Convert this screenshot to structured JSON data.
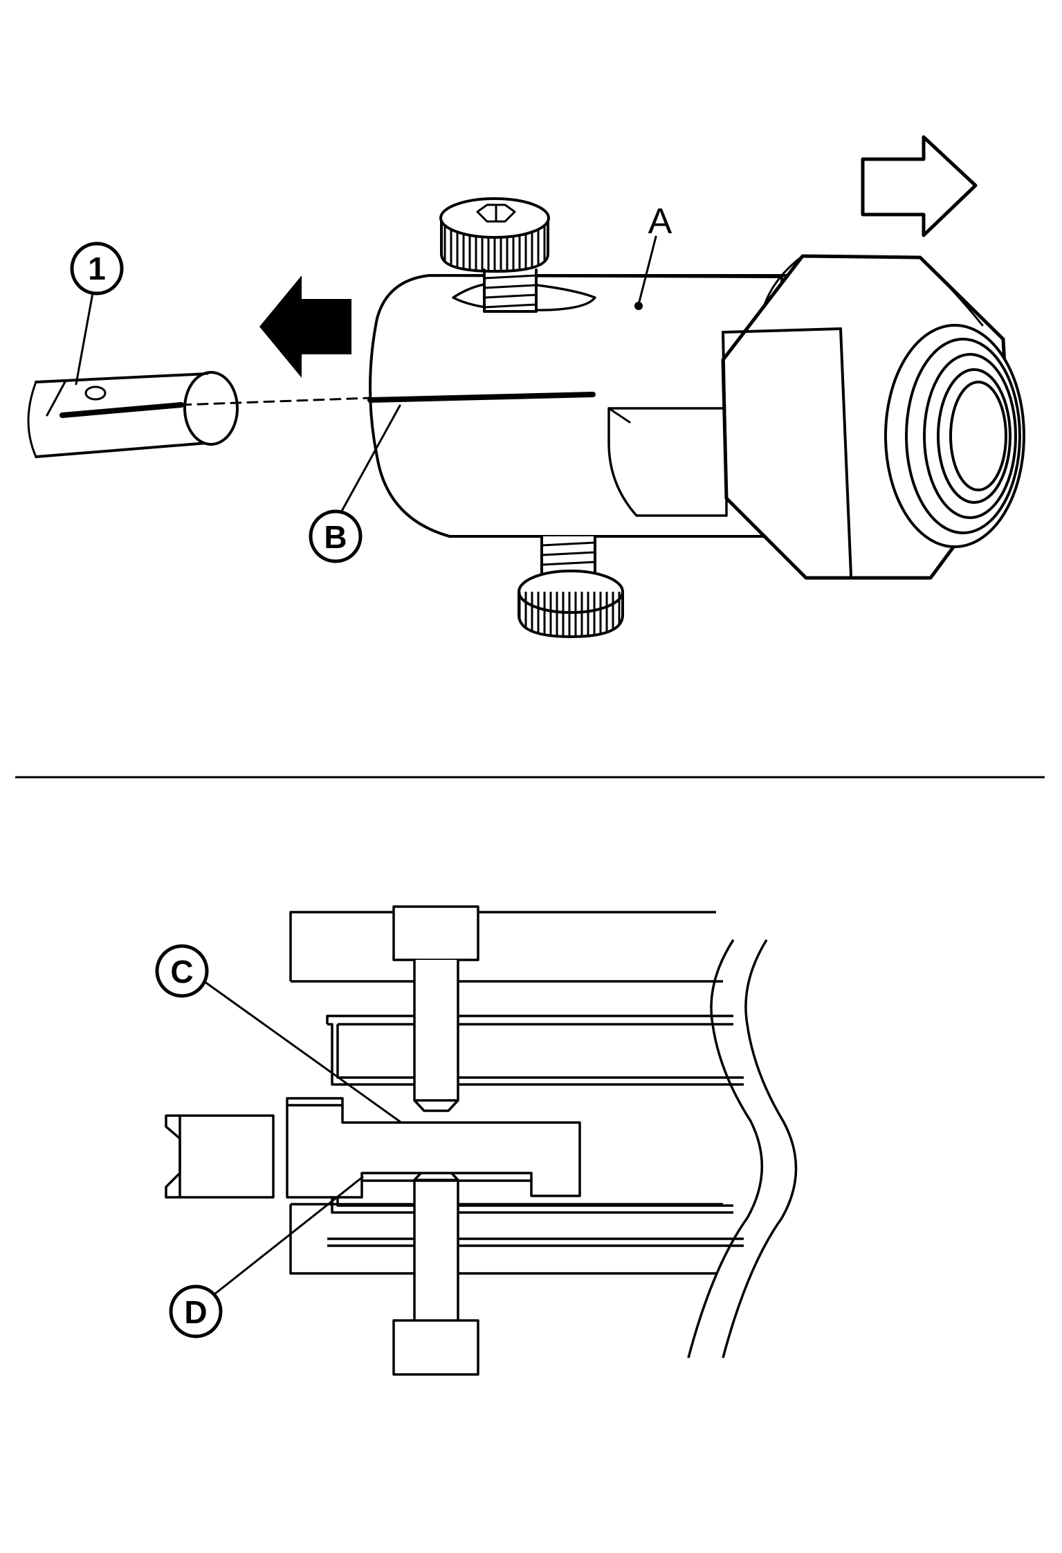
{
  "top_figure": {
    "callout_1": "1",
    "label_A": "A",
    "callout_B": "B"
  },
  "bottom_figure": {
    "callout_C": "C",
    "callout_D": "D"
  },
  "colors": {
    "ink": "#000000",
    "paper": "#ffffff"
  }
}
